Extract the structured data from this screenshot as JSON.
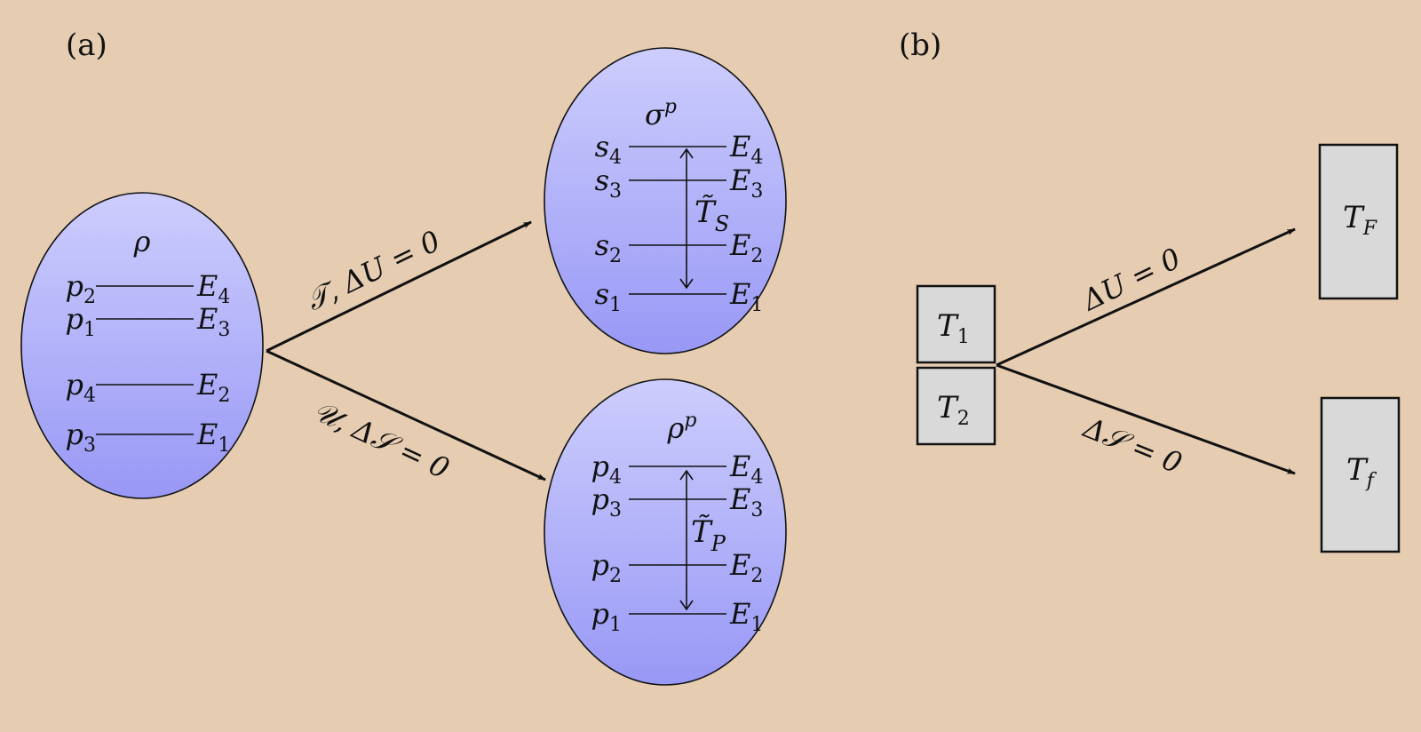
{
  "panels": {
    "a": {
      "label": "(a)",
      "initial_state": {
        "name": "ρ",
        "levels": [
          {
            "prob": "p",
            "prob_sub": "2",
            "energy": "E",
            "energy_sub": "4"
          },
          {
            "prob": "p",
            "prob_sub": "1",
            "energy": "E",
            "energy_sub": "3"
          },
          {
            "prob": "p",
            "prob_sub": "4",
            "energy": "E",
            "energy_sub": "2"
          },
          {
            "prob": "p",
            "prob_sub": "3",
            "energy": "E",
            "energy_sub": "1"
          }
        ]
      },
      "upper_state": {
        "name": "σ",
        "name_sup": "p",
        "temperature": "T̃",
        "temperature_sub": "S",
        "levels": [
          {
            "prob": "s",
            "prob_sub": "4",
            "energy": "E",
            "energy_sub": "4"
          },
          {
            "prob": "s",
            "prob_sub": "3",
            "energy": "E",
            "energy_sub": "3"
          },
          {
            "prob": "s",
            "prob_sub": "2",
            "energy": "E",
            "energy_sub": "2"
          },
          {
            "prob": "s",
            "prob_sub": "1",
            "energy": "E",
            "energy_sub": "1"
          }
        ]
      },
      "lower_state": {
        "name": "ρ",
        "name_sup": "p",
        "temperature": "T̃",
        "temperature_sub": "P",
        "levels": [
          {
            "prob": "p",
            "prob_sub": "4",
            "energy": "E",
            "energy_sub": "4"
          },
          {
            "prob": "p",
            "prob_sub": "3",
            "energy": "E",
            "energy_sub": "3"
          },
          {
            "prob": "p",
            "prob_sub": "2",
            "energy": "E",
            "energy_sub": "2"
          },
          {
            "prob": "p",
            "prob_sub": "1",
            "energy": "E",
            "energy_sub": "1"
          }
        ]
      },
      "upper_arrow_label": "𝒯, ΔU = 0",
      "lower_arrow_label": "𝒰, Δ𝒮 = 0"
    },
    "b": {
      "label": "(b)",
      "box_t1": {
        "name": "T",
        "sub": "1"
      },
      "box_t2": {
        "name": "T",
        "sub": "2"
      },
      "box_tf_upper": {
        "name": "T",
        "sub": "F"
      },
      "box_tf_lower": {
        "name": "T",
        "sub": "f"
      },
      "upper_arrow_label": "ΔU = 0",
      "lower_arrow_label": "Δ𝒮 = 0"
    }
  },
  "colors": {
    "background": "#e6cdb2",
    "ellipse_top": "#cdcdfd",
    "ellipse_bottom": "#9898f6",
    "box_fill": "#d9d9d9"
  }
}
